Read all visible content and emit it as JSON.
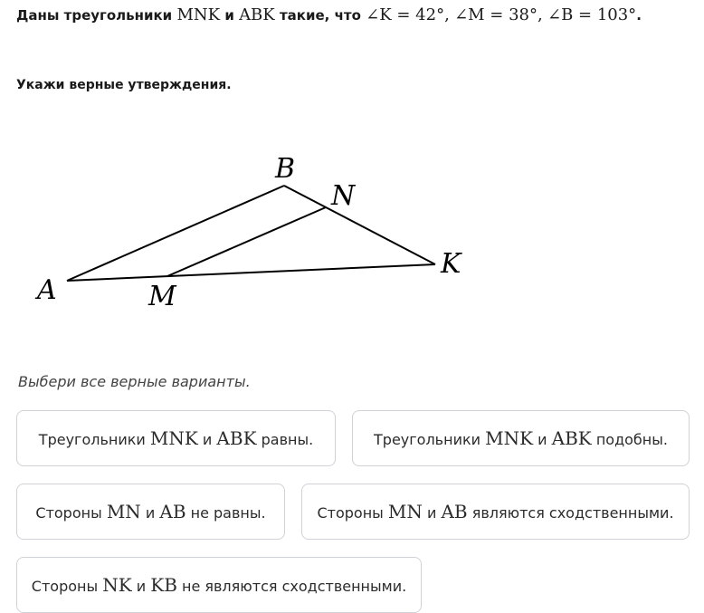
{
  "problem": {
    "prefix": "Даны треугольники",
    "t1": "MNK",
    "and": "и",
    "t2": "ABK",
    "such": "такие, что",
    "angle_k": "∠K = 42°",
    "comma1": ",",
    "angle_m": "∠M = 38°",
    "comma2": ",",
    "angle_b": "∠B = 103°",
    "end": "."
  },
  "instruction": "Укажи верные утверждения.",
  "figure": {
    "label_b": "B",
    "label_n": "N",
    "label_k": "K",
    "label_a": "A",
    "label_m": "M"
  },
  "hint": "Выбери все верные варианты.",
  "options": [
    {
      "pre": "Треугольники",
      "m1": "MNK",
      "mid": "и",
      "m2": "ABK",
      "post": "равны."
    },
    {
      "pre": "Треугольники",
      "m1": "MNK",
      "mid": "и",
      "m2": "ABK",
      "post": "подобны."
    },
    {
      "pre": "Стороны",
      "m1": "MN",
      "mid": "и",
      "m2": "AB",
      "post": "не равны."
    },
    {
      "pre": "Стороны",
      "m1": "MN",
      "mid": "и",
      "m2": "AB",
      "post": "являются сходственными."
    },
    {
      "pre": "Стороны",
      "m1": "NK",
      "mid": "и",
      "m2": "KB",
      "post": "не являются сходственными."
    }
  ]
}
